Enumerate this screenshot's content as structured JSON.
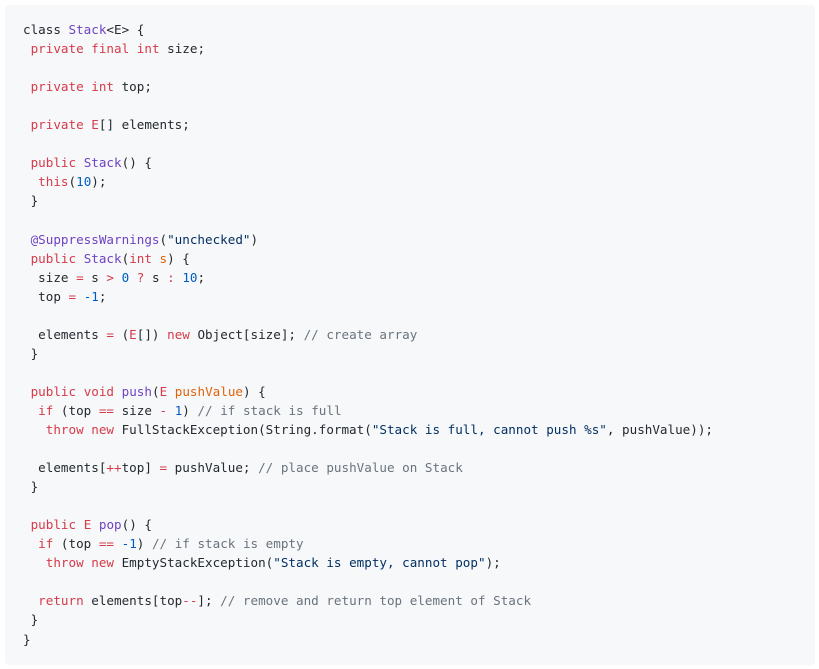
{
  "colors": {
    "background": "#f6f8fa",
    "text": "#24292e",
    "keyword": "#d73a49",
    "class_name": "#6f42c1",
    "number": "#005cc5",
    "string": "#032f62",
    "comment": "#6a737d",
    "parameter": "#e36209"
  },
  "code_block": {
    "language": "java",
    "lines": [
      [
        [
          "p",
          "class "
        ],
        [
          "cls",
          "Stack"
        ],
        [
          "p",
          "<E> {"
        ]
      ],
      [
        [
          "p",
          " "
        ],
        [
          "kw",
          "private"
        ],
        [
          "p",
          " "
        ],
        [
          "kw",
          "final"
        ],
        [
          "p",
          " "
        ],
        [
          "kw",
          "int"
        ],
        [
          "p",
          " size;"
        ]
      ],
      [],
      [
        [
          "p",
          " "
        ],
        [
          "kw",
          "private"
        ],
        [
          "p",
          " "
        ],
        [
          "kw",
          "int"
        ],
        [
          "p",
          " top;"
        ]
      ],
      [],
      [
        [
          "p",
          " "
        ],
        [
          "kw",
          "private"
        ],
        [
          "p",
          " "
        ],
        [
          "kw",
          "E"
        ],
        [
          "p",
          "[] elements;"
        ]
      ],
      [],
      [
        [
          "p",
          " "
        ],
        [
          "kw",
          "public"
        ],
        [
          "p",
          " "
        ],
        [
          "cls",
          "Stack"
        ],
        [
          "p",
          "() {"
        ]
      ],
      [
        [
          "p",
          "  "
        ],
        [
          "kw",
          "this"
        ],
        [
          "p",
          "("
        ],
        [
          "num",
          "10"
        ],
        [
          "p",
          ");"
        ]
      ],
      [
        [
          "p",
          " }"
        ]
      ],
      [],
      [
        [
          "p",
          " "
        ],
        [
          "an",
          "@SuppressWarnings"
        ],
        [
          "p",
          "("
        ],
        [
          "str",
          "\"unchecked\""
        ],
        [
          "p",
          ")"
        ]
      ],
      [
        [
          "p",
          " "
        ],
        [
          "kw",
          "public"
        ],
        [
          "p",
          " "
        ],
        [
          "cls",
          "Stack"
        ],
        [
          "p",
          "("
        ],
        [
          "kw",
          "int"
        ],
        [
          "p",
          " "
        ],
        [
          "id",
          "s"
        ],
        [
          "p",
          ") {"
        ]
      ],
      [
        [
          "p",
          "  size "
        ],
        [
          "op",
          "="
        ],
        [
          "p",
          " s "
        ],
        [
          "op",
          ">"
        ],
        [
          "p",
          " "
        ],
        [
          "num",
          "0"
        ],
        [
          "p",
          " "
        ],
        [
          "op",
          "?"
        ],
        [
          "p",
          " s "
        ],
        [
          "op",
          ":"
        ],
        [
          "p",
          " "
        ],
        [
          "num",
          "10"
        ],
        [
          "p",
          ";"
        ]
      ],
      [
        [
          "p",
          "  top "
        ],
        [
          "op",
          "="
        ],
        [
          "p",
          " "
        ],
        [
          "num",
          "-1"
        ],
        [
          "p",
          ";"
        ]
      ],
      [],
      [
        [
          "p",
          "  elements "
        ],
        [
          "op",
          "="
        ],
        [
          "p",
          " ("
        ],
        [
          "kw",
          "E"
        ],
        [
          "p",
          "[]) "
        ],
        [
          "kw",
          "new"
        ],
        [
          "p",
          " Object[size]; "
        ],
        [
          "cm",
          "// create array"
        ]
      ],
      [
        [
          "p",
          " }"
        ]
      ],
      [],
      [
        [
          "p",
          " "
        ],
        [
          "kw",
          "public"
        ],
        [
          "p",
          " "
        ],
        [
          "kw",
          "void"
        ],
        [
          "p",
          " "
        ],
        [
          "cls",
          "push"
        ],
        [
          "p",
          "("
        ],
        [
          "kw",
          "E"
        ],
        [
          "p",
          " "
        ],
        [
          "id",
          "pushValue"
        ],
        [
          "p",
          ") {"
        ]
      ],
      [
        [
          "p",
          "  "
        ],
        [
          "kw",
          "if"
        ],
        [
          "p",
          " (top "
        ],
        [
          "op",
          "=="
        ],
        [
          "p",
          " size "
        ],
        [
          "op",
          "-"
        ],
        [
          "p",
          " "
        ],
        [
          "num",
          "1"
        ],
        [
          "p",
          ") "
        ],
        [
          "cm",
          "// if stack is full"
        ]
      ],
      [
        [
          "p",
          "   "
        ],
        [
          "kw",
          "throw"
        ],
        [
          "p",
          " "
        ],
        [
          "kw",
          "new"
        ],
        [
          "p",
          " FullStackException(String.format("
        ],
        [
          "str",
          "\"Stack is full, cannot push %s\""
        ],
        [
          "p",
          ", pushValue));"
        ]
      ],
      [],
      [
        [
          "p",
          "  elements["
        ],
        [
          "op",
          "++"
        ],
        [
          "p",
          "top] "
        ],
        [
          "op",
          "="
        ],
        [
          "p",
          " pushValue; "
        ],
        [
          "cm",
          "// place pushValue on Stack"
        ]
      ],
      [
        [
          "p",
          " }"
        ]
      ],
      [],
      [
        [
          "p",
          " "
        ],
        [
          "kw",
          "public"
        ],
        [
          "p",
          " "
        ],
        [
          "kw",
          "E"
        ],
        [
          "p",
          " "
        ],
        [
          "cls",
          "pop"
        ],
        [
          "p",
          "() {"
        ]
      ],
      [
        [
          "p",
          "  "
        ],
        [
          "kw",
          "if"
        ],
        [
          "p",
          " (top "
        ],
        [
          "op",
          "=="
        ],
        [
          "p",
          " "
        ],
        [
          "num",
          "-1"
        ],
        [
          "p",
          ") "
        ],
        [
          "cm",
          "// if stack is empty"
        ]
      ],
      [
        [
          "p",
          "   "
        ],
        [
          "kw",
          "throw"
        ],
        [
          "p",
          " "
        ],
        [
          "kw",
          "new"
        ],
        [
          "p",
          " EmptyStackException("
        ],
        [
          "str",
          "\"Stack is empty, cannot pop\""
        ],
        [
          "p",
          ");"
        ]
      ],
      [],
      [
        [
          "p",
          "  "
        ],
        [
          "kw",
          "return"
        ],
        [
          "p",
          " elements[top"
        ],
        [
          "op",
          "--"
        ],
        [
          "p",
          "]; "
        ],
        [
          "cm",
          "// remove and return top element of Stack"
        ]
      ],
      [
        [
          "p",
          " }"
        ]
      ],
      [
        [
          "p",
          "}"
        ]
      ]
    ]
  }
}
